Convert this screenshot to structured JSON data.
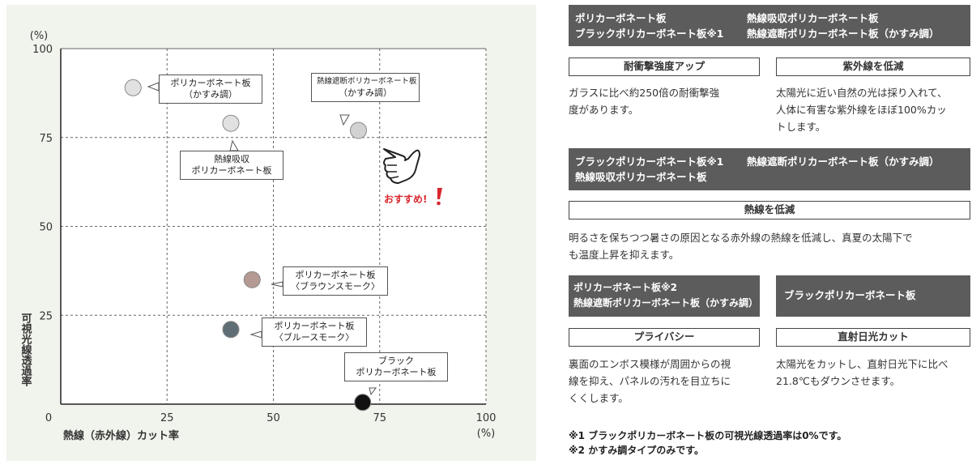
{
  "chart_data": {
    "type": "scatter",
    "x_unit": "(%)",
    "y_unit": "(%)",
    "xlabel": "熱線（赤外線）カット率",
    "ylabel": "可視光線透過率",
    "xlim": [
      0,
      100
    ],
    "ylim": [
      0,
      100
    ],
    "xticks": [
      "0",
      "25",
      "50",
      "75",
      "100"
    ],
    "yticks": [
      "25",
      "50",
      "75",
      "100"
    ],
    "grid": true,
    "points": [
      {
        "name_lines": [
          "ポリカーボネート板",
          "（かすみ調）"
        ],
        "x": 17,
        "y": 89,
        "color": "#e1e1e1"
      },
      {
        "name_lines": [
          "熱線吸収",
          "ポリカーボネート板"
        ],
        "x": 40,
        "y": 79,
        "color": "#e1e1e1"
      },
      {
        "name_lines": [
          "熱線遮断ポリカーボネート板",
          "（かすみ調）"
        ],
        "x": 70,
        "y": 77,
        "color": "#d2d2d2"
      },
      {
        "name_lines": [
          "ポリカーボネート板",
          "〈ブラウンスモーク〉"
        ],
        "x": 45,
        "y": 35,
        "color": "#b49a92"
      },
      {
        "name_lines": [
          "ポリカーボネート板",
          "〈ブルースモーク〉"
        ],
        "x": 40,
        "y": 21,
        "color": "#5e6e74"
      },
      {
        "name_lines": [
          "ブラック",
          "ポリカーボネート板"
        ],
        "x": 71,
        "y": 0.5,
        "color": "#111111"
      }
    ],
    "annotation": "おすすめ!"
  },
  "sections": {
    "s1": {
      "header_lines": [
        [
          "ポリカーボネート板",
          "熱線吸収ポリカーボネート板"
        ],
        [
          "ブラックポリカーボネート板※1",
          "熱線遮断ポリカーボネート板（かすみ調）"
        ]
      ],
      "features": [
        {
          "label": "耐衝撃強度アップ",
          "desc_lines": [
            "ガラスに比べ約250倍の耐衝撃強",
            "度があります。"
          ]
        },
        {
          "label": "紫外線を低減",
          "desc_lines": [
            "太陽光に近い自然の光は採り入れて、",
            "人体に有害な紫外線をほぼ100%カッ",
            "トします。"
          ]
        }
      ]
    },
    "s2": {
      "header_lines": [
        [
          "ブラックポリカーボネート板※1",
          "熱線遮断ポリカーボネート板（かすみ調）"
        ],
        [
          "熱線吸収ポリカーボネート板"
        ]
      ],
      "label": "熱線を低減",
      "desc_lines": [
        "明るさを保ちつつ暑さの原因となる赤外線の熱線を低減し、真夏の太陽下で",
        "も温度上昇を抑えます。"
      ]
    },
    "s3": {
      "left_header_lines": [
        "ポリカーボネート板※2",
        "熱線遮断ポリカーボネート板（かすみ調）"
      ],
      "left_label": "プライバシー",
      "left_desc_lines": [
        "裏面のエンボス模様が周囲からの視",
        "線を抑え、パネルの汚れを目立ちに",
        "くくします。"
      ],
      "right_header": "ブラックポリカーボネート板",
      "right_label": "直射日光カット",
      "right_desc_lines": [
        "太陽光をカットし、直射日光下に比べ",
        "21.8℃もダウンさせます。"
      ]
    }
  },
  "notes": [
    "※1 ブラックポリカーボネート板の可視光線透過率は0%です。",
    "※2 かすみ調タイプのみです。"
  ]
}
